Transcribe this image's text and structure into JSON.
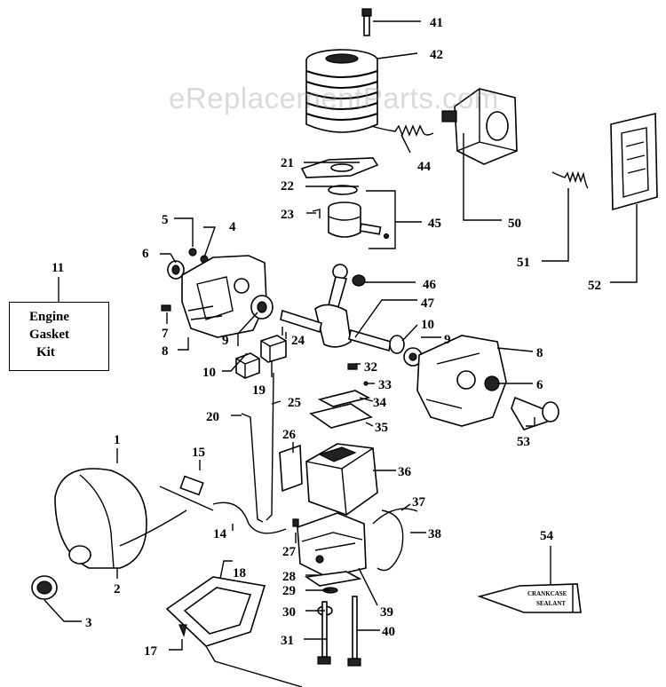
{
  "watermark": "eReplacementParts.com",
  "kit": {
    "line1": "Engine",
    "line2": "Gasket",
    "line3": "Kit"
  },
  "sealant_tube_text": {
    "line1": "CRANKCASE",
    "line2": "SEALANT"
  },
  "callouts": [
    "1",
    "2",
    "3",
    "4",
    "5",
    "6",
    "6",
    "7",
    "8",
    "8",
    "9",
    "9",
    "10",
    "10",
    "11",
    "14",
    "15",
    "17",
    "18",
    "19",
    "20",
    "21",
    "22",
    "23",
    "24",
    "25",
    "26",
    "27",
    "28",
    "29",
    "30",
    "31",
    "32",
    "33",
    "34",
    "35",
    "36",
    "37",
    "38",
    "39",
    "40",
    "41",
    "42",
    "44",
    "45",
    "46",
    "47",
    "50",
    "51",
    "52",
    "53",
    "54"
  ]
}
